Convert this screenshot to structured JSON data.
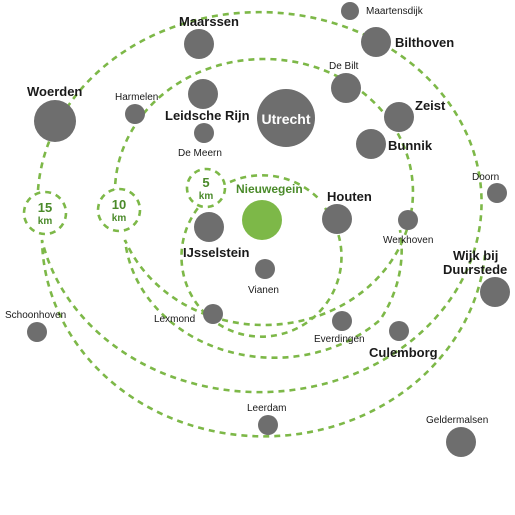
{
  "map": {
    "center_city": "Nieuwegein",
    "rings": [
      {
        "num": "5",
        "unit": "km"
      },
      {
        "num": "10",
        "unit": "km"
      },
      {
        "num": "15",
        "unit": "km"
      }
    ],
    "cities": [
      {
        "name": "Maartensdijk"
      },
      {
        "name": "Maarssen"
      },
      {
        "name": "Bilthoven"
      },
      {
        "name": "De Bilt"
      },
      {
        "name": "Woerden"
      },
      {
        "name": "Harmelen"
      },
      {
        "name": "Leidsche Rijn"
      },
      {
        "name": "Utrecht"
      },
      {
        "name": "Zeist"
      },
      {
        "name": "De Meern"
      },
      {
        "name": "Bunnik"
      },
      {
        "name": "Doorn"
      },
      {
        "name": "Houten"
      },
      {
        "name": "IJsselstein"
      },
      {
        "name": "Werkhoven"
      },
      {
        "name": "Wijk bij"
      },
      {
        "name": "Duurstede"
      },
      {
        "name": "Vianen"
      },
      {
        "name": "Schoonhoven"
      },
      {
        "name": "Lexmond"
      },
      {
        "name": "Everdingen"
      },
      {
        "name": "Culemborg"
      },
      {
        "name": "Leerdam"
      },
      {
        "name": "Geldermalsen"
      }
    ]
  }
}
